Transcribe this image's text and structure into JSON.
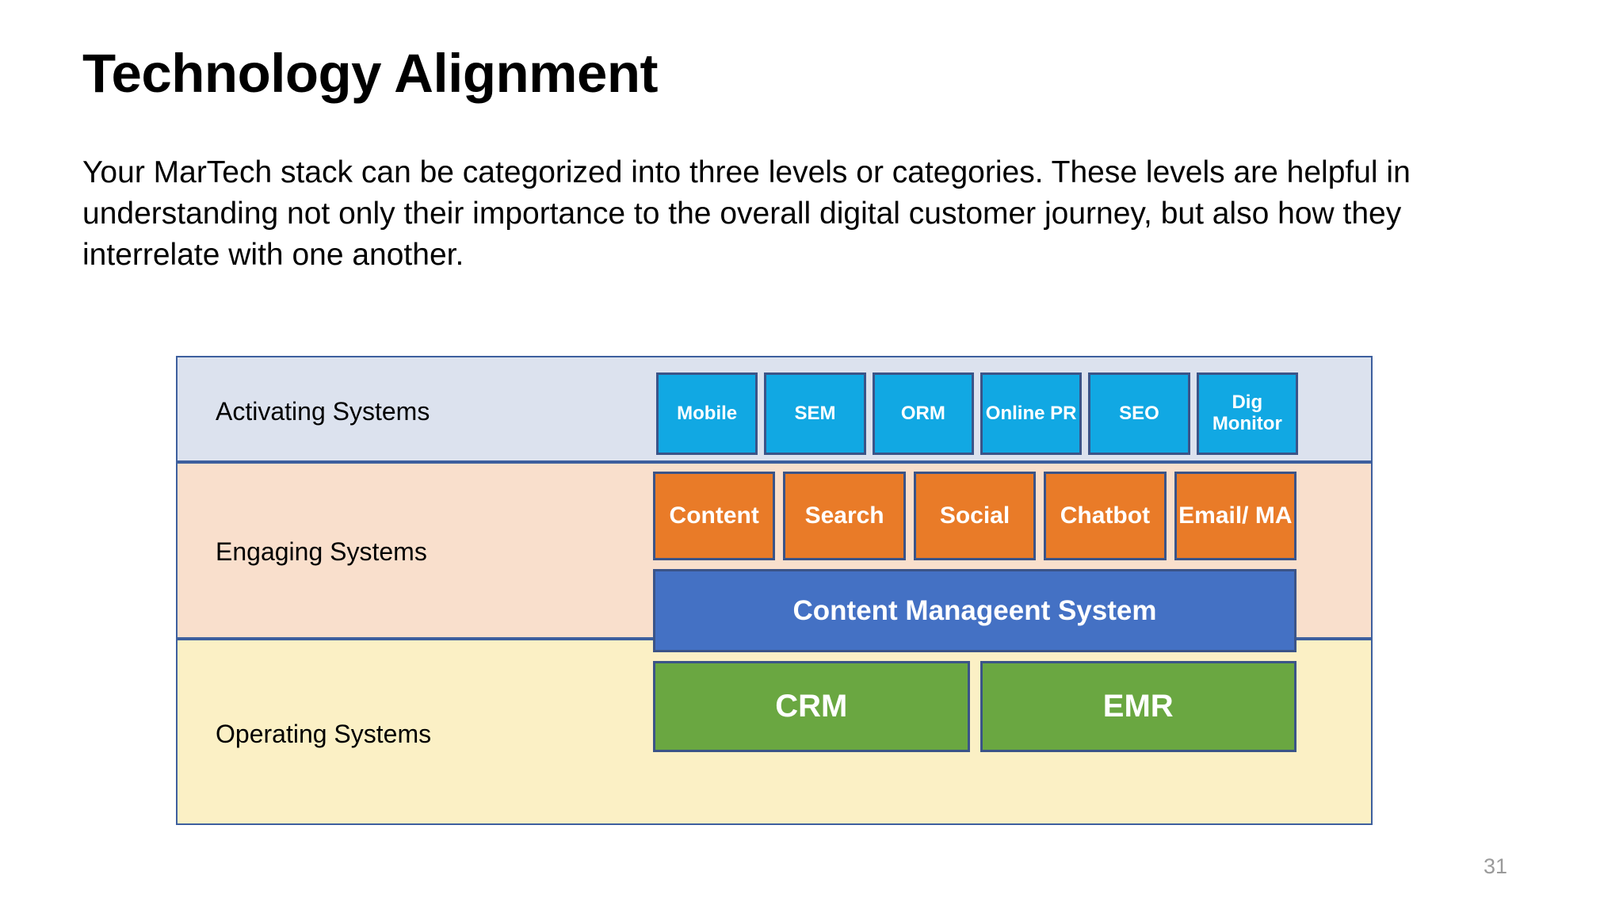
{
  "slide": {
    "title": "Technology Alignment",
    "body": "Your MarTech stack can be categorized into three levels or categories. These levels are helpful in understanding not only their importance to the overall digital customer journey, but also how they interrelate with one another.",
    "page_number": "31"
  },
  "colors": {
    "band_activating_fill": "#dce2ee",
    "band_engaging_fill": "#f9dfcc",
    "band_operating_fill": "#fbf0c5",
    "band_border": "#3d5f9e",
    "node_border": "#3b5488",
    "activating_node": "#11a8e3",
    "engaging_node": "#e97b28",
    "cms_node": "#4471c4",
    "operating_node": "#6aa741",
    "page_number": "#9a9a9a"
  },
  "diagram": {
    "rows": [
      {
        "label": "Activating Systems",
        "nodes": [
          {
            "label": "Mobile"
          },
          {
            "label": "SEM"
          },
          {
            "label": "ORM"
          },
          {
            "label": "Online PR"
          },
          {
            "label": "SEO"
          },
          {
            "label": "Dig Monitor"
          }
        ]
      },
      {
        "label": "Engaging Systems",
        "nodes": [
          {
            "label": "Content"
          },
          {
            "label": "Search"
          },
          {
            "label": "Social"
          },
          {
            "label": "Chatbot"
          },
          {
            "label": "Email/ MA"
          }
        ]
      },
      {
        "label": "Operating Systems",
        "nodes": [
          {
            "label": "CRM"
          },
          {
            "label": "EMR"
          }
        ]
      }
    ],
    "cms": {
      "label": "Content Manageent System"
    }
  }
}
